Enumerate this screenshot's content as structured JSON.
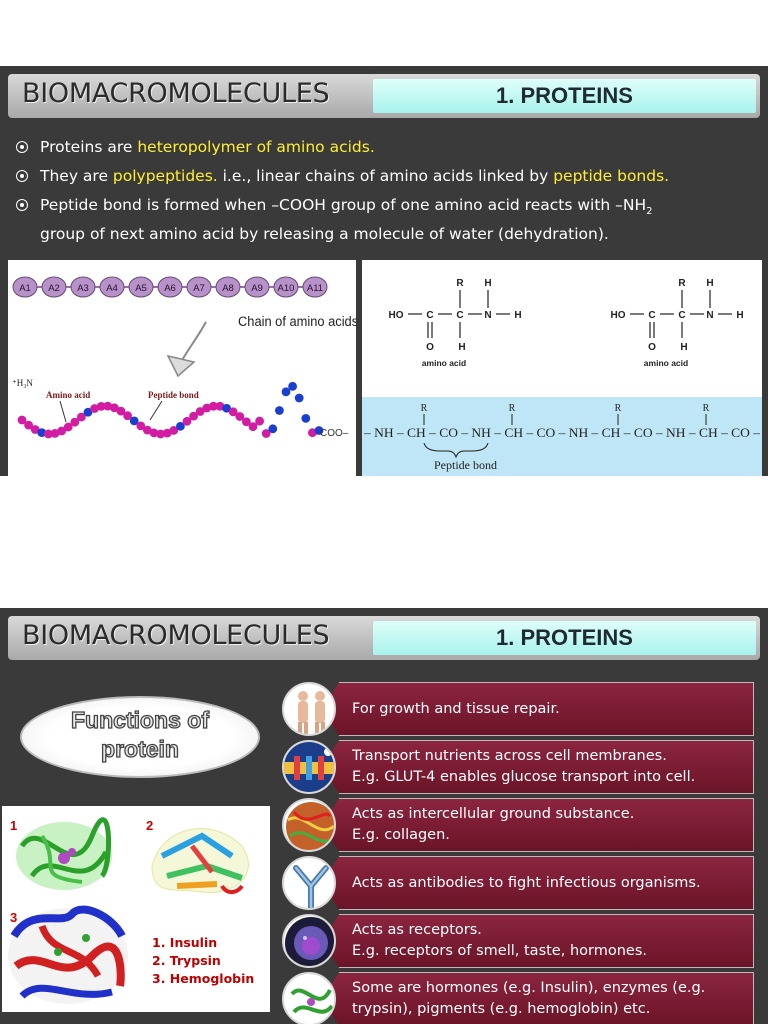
{
  "slide1": {
    "header": {
      "title": "BIOMACROMOLECULES",
      "subtitle": "1. PROTEINS"
    },
    "bullets": [
      {
        "pre": "Proteins are ",
        "hl": "heteropolymer of amino acids.",
        "post": ""
      },
      {
        "pre": "They are ",
        "hl": "polypeptides.",
        "mid": " i.e., linear chains of amino acids linked by ",
        "hl2": "peptide bonds."
      },
      {
        "line1": "Peptide bond is formed when –COOH group of one amino acid reacts with –NH",
        "sub": "2",
        "line2": "group of next amino acid by releasing a molecule of water (dehydration)."
      }
    ],
    "chain_beads": [
      "A1",
      "A2",
      "A3",
      "A4",
      "A5",
      "A6",
      "A7",
      "A8",
      "A9",
      "A10",
      "A11"
    ],
    "chain_caption": "Chain of amino acids",
    "coil_labels": {
      "amine": "⁺H₃N",
      "amino_acid": "Amino acid",
      "peptide_bond": "Peptide bond",
      "coo": "COO–"
    },
    "structure": {
      "r": "R",
      "h": "H",
      "ho": "HO",
      "c": "C",
      "n": "N",
      "o": "O",
      "caption": "amino acid"
    },
    "peptide": {
      "r": "R",
      "chain": "– NH – CH – CO – NH – CH – CO –  NH – CH – CO – NH – CH – CO –",
      "caption": "Peptide bond"
    }
  },
  "slide2": {
    "header": {
      "title": "BIOMACROMOLECULES",
      "subtitle": "1. PROTEINS"
    },
    "oval": {
      "line1": "Functions of",
      "line2": "protein"
    },
    "structures": {
      "nums": [
        "1",
        "2",
        "3"
      ],
      "list": [
        "1. Insulin",
        "2. Trypsin",
        "3. Hemoglobin"
      ]
    },
    "functions": [
      {
        "icon": "human-body-icon",
        "lines": [
          "For growth and tissue repair."
        ]
      },
      {
        "icon": "membrane-transport-icon",
        "lines": [
          "Transport nutrients across cell membranes.",
          "E.g. GLUT-4 enables glucose transport into cell."
        ]
      },
      {
        "icon": "collagen-icon",
        "lines": [
          "Acts as intercellular ground substance.",
          "E.g. collagen."
        ]
      },
      {
        "icon": "antibody-icon",
        "lines": [
          "Acts as antibodies to fight infectious organisms."
        ]
      },
      {
        "icon": "receptor-cell-icon",
        "lines": [
          "Acts as receptors.",
          "E.g. receptors of smell, taste, hormones."
        ]
      },
      {
        "icon": "protein-structure-icon",
        "lines": [
          "Some are hormones (e.g. Insulin), enzymes (e.g.",
          "trypsin), pigments (e.g. hemoglobin) etc."
        ]
      }
    ]
  }
}
